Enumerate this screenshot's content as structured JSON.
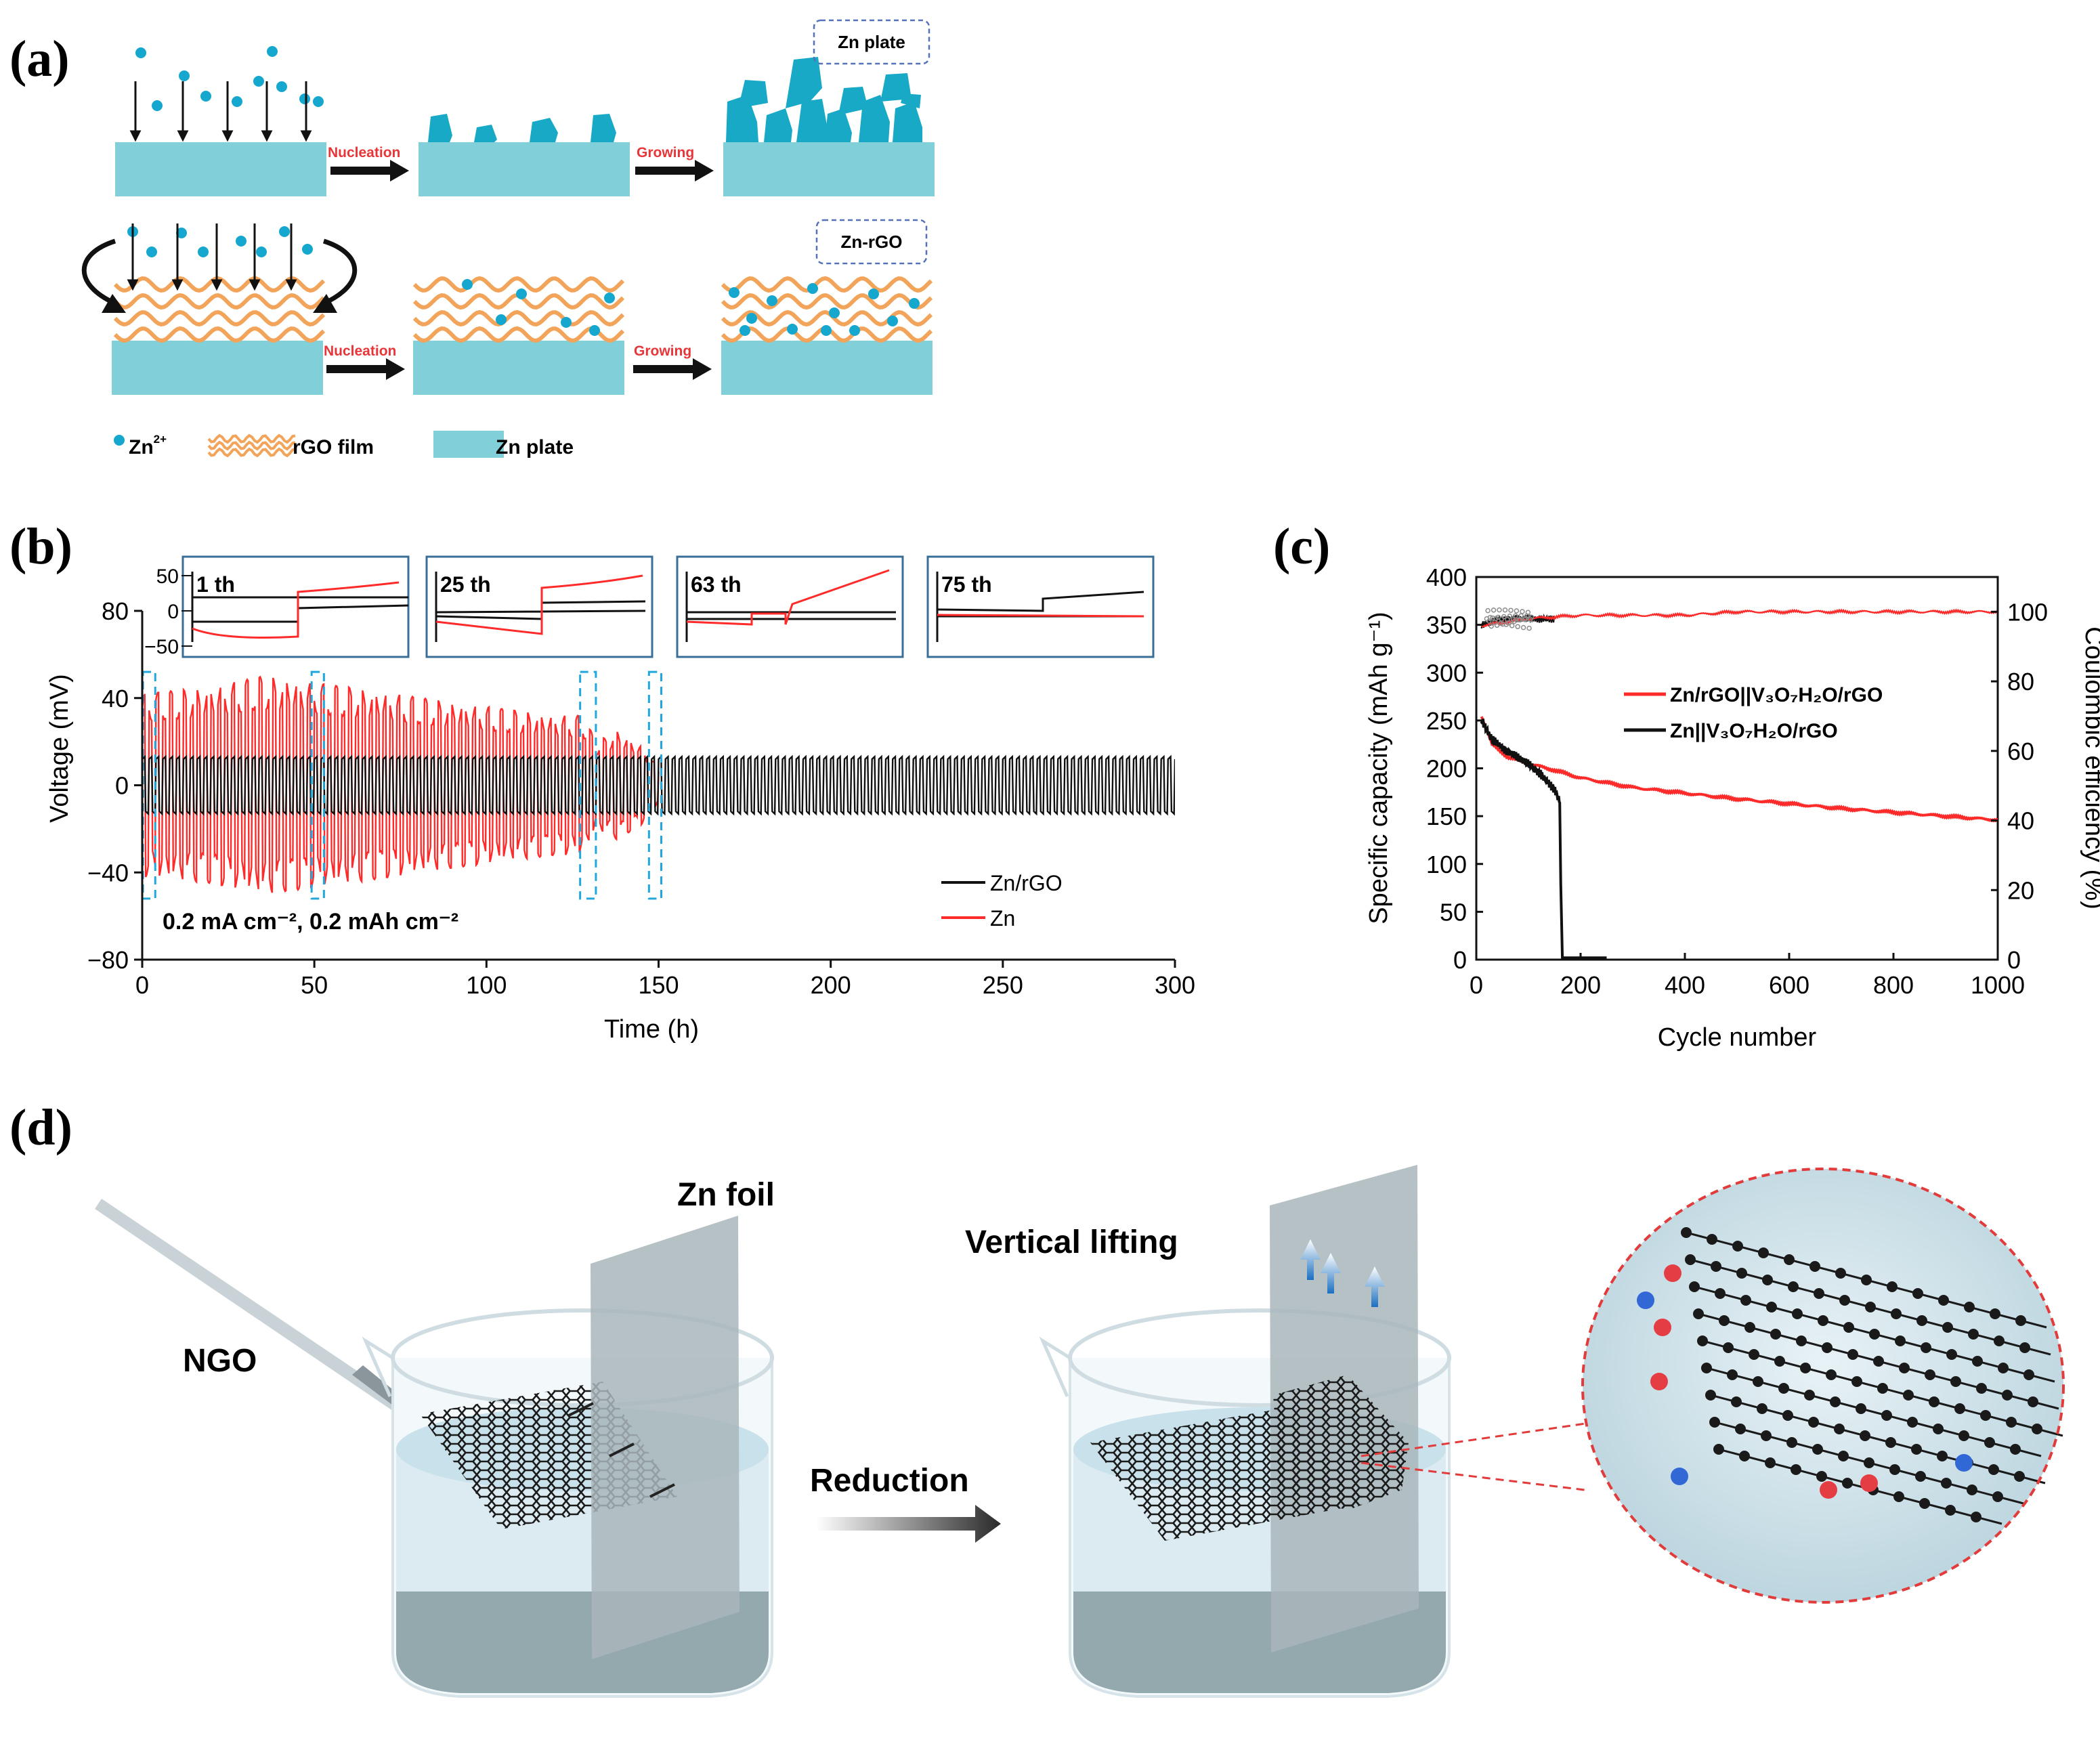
{
  "panel_a": {
    "label": "(a)",
    "top_tag": "Zn plate",
    "bottom_tag": "Zn-rGO",
    "step_nucleation": "Nucleation",
    "step_growing": "Growing",
    "legend_ion_main": "Zn",
    "legend_ion_sup": "2+",
    "legend_film": "rGO film",
    "legend_plate": "Zn plate"
  },
  "panel_b": {
    "label": "(b)"
  },
  "panel_c": {
    "label": "(c)"
  },
  "panel_d": {
    "label": "(d)",
    "zn_foil": "Zn foil",
    "ngo": "NGO",
    "vertical_lifting": "Vertical lifting",
    "reduction": "Reduction"
  },
  "chart_data": [
    {
      "type": "line",
      "xlabel": "Time (h)",
      "ylabel": "Voltage (mV)",
      "xlim": [
        0,
        300
      ],
      "ylim": [
        -80,
        80
      ],
      "xticks": [
        "0",
        "50",
        "100",
        "150",
        "200",
        "250",
        "300"
      ],
      "yticks": [
        "-80",
        "-40",
        "0",
        "40",
        "80"
      ],
      "annotation": "0.2 mA cm⁻², 0.2 mAh cm⁻²",
      "legend_position": "bottom-right",
      "series": [
        {
          "name": "Zn/rGO",
          "color": "#000000",
          "x_range": [
            0,
            300
          ],
          "amplitude": [
            12,
            13
          ]
        },
        {
          "name": "Zn",
          "color": "#ff2a2a",
          "x_range": [
            0,
            150
          ],
          "amplitude_points": [
            [
              0,
              42
            ],
            [
              20,
              45
            ],
            [
              35,
              50
            ],
            [
              60,
              45
            ],
            [
              90,
              38
            ],
            [
              120,
              32
            ],
            [
              128,
              32
            ],
            [
              132,
              20
            ],
            [
              138,
              25
            ],
            [
              145,
              18
            ],
            [
              150,
              8
            ]
          ]
        }
      ],
      "highlight_windows_h": [
        [
          1,
          3
        ],
        [
          50,
          52
        ],
        [
          128,
          131
        ],
        [
          148,
          150
        ]
      ],
      "insets": [
        {
          "label": "1 th",
          "yticks": [
            "50",
            "0",
            "-50"
          ]
        },
        {
          "label": "25 th"
        },
        {
          "label": "63 th"
        },
        {
          "label": "75 th"
        }
      ]
    },
    {
      "type": "line",
      "xlabel": "Cycle number",
      "ylabel": "Specific capacity (mAh g⁻¹)",
      "y2label": "Coulombic efficiency (%)",
      "xlim": [
        0,
        1000
      ],
      "ylim": [
        0,
        400
      ],
      "y2lim": [
        0,
        110
      ],
      "xticks": [
        "0",
        "200",
        "400",
        "600",
        "800",
        "1000"
      ],
      "yticks": [
        "0",
        "50",
        "100",
        "150",
        "200",
        "250",
        "300",
        "350",
        "400"
      ],
      "y2ticks": [
        "0",
        "20",
        "40",
        "60",
        "80",
        "100"
      ],
      "legend_position": "center-right",
      "series": [
        {
          "name": "Zn/rGO||V₃O₇H₂O/rGO",
          "color": "#ff2a2a",
          "capacity": [
            [
              10,
              255
            ],
            [
              30,
              225
            ],
            [
              60,
              212
            ],
            [
              100,
              205
            ],
            [
              150,
              198
            ],
            [
              200,
              190
            ],
            [
              300,
              180
            ],
            [
              400,
              174
            ],
            [
              500,
              168
            ],
            [
              600,
              163
            ],
            [
              700,
              158
            ],
            [
              800,
              154
            ],
            [
              900,
              150
            ],
            [
              1000,
              146
            ]
          ],
          "efficiency": [
            [
              10,
              96
            ],
            [
              100,
              98
            ],
            [
              200,
              99
            ],
            [
              400,
              99
            ],
            [
              500,
              100
            ],
            [
              600,
              100
            ],
            [
              800,
              100
            ],
            [
              1000,
              100
            ]
          ]
        },
        {
          "name": "Zn||V₃O₇H₂O/rGO",
          "color": "#000000",
          "capacity": [
            [
              10,
              250
            ],
            [
              30,
              230
            ],
            [
              60,
              218
            ],
            [
              90,
              208
            ],
            [
              120,
              196
            ],
            [
              150,
              178
            ],
            [
              160,
              165
            ],
            [
              162,
              80
            ],
            [
              165,
              2
            ],
            [
              250,
              2
            ]
          ],
          "efficiency": [
            [
              10,
              96
            ],
            [
              50,
              98
            ],
            [
              100,
              98
            ],
            [
              150,
              98
            ]
          ]
        }
      ]
    }
  ]
}
